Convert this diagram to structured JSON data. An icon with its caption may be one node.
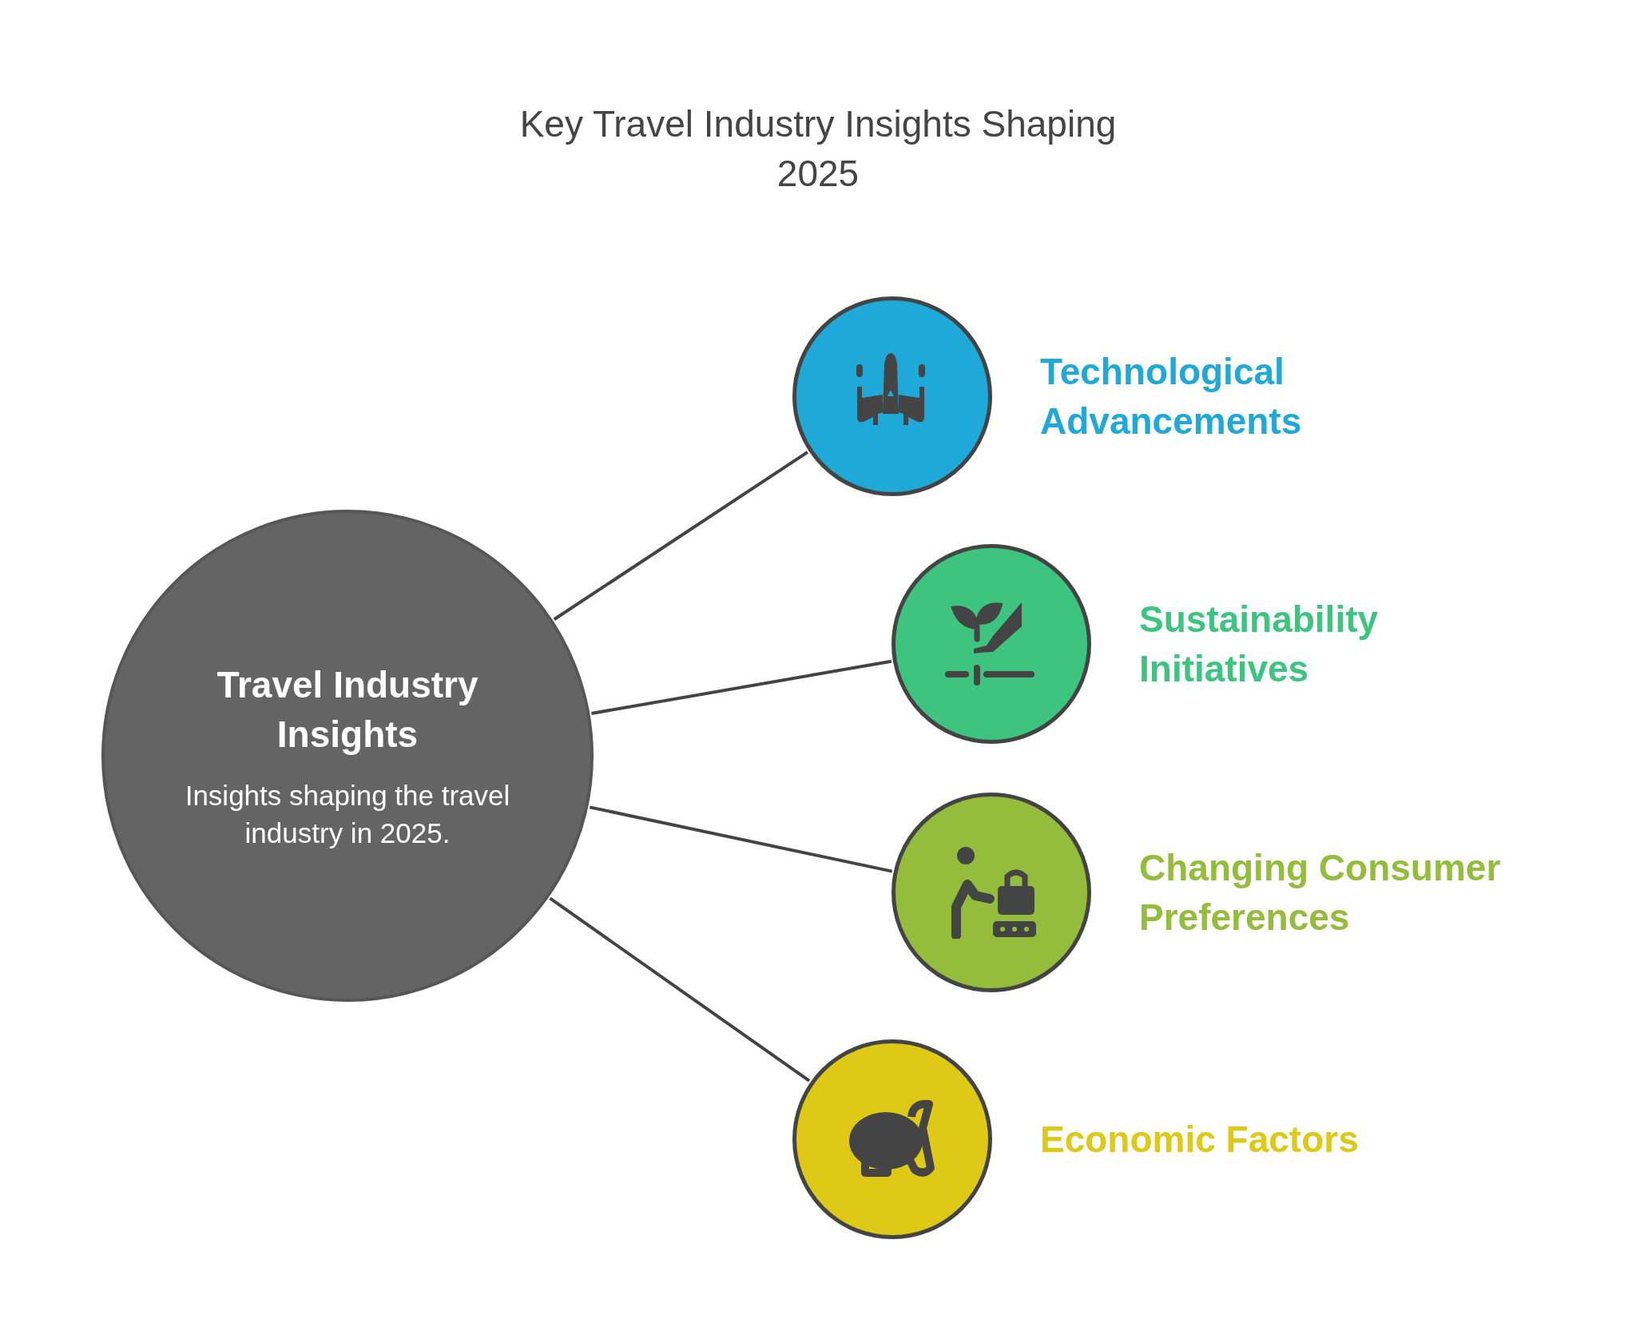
{
  "diagram": {
    "title": "Key Travel Industry Insights Shaping 2025",
    "nodes": [
      {
        "text": [
          "Travel Industry Insights",
          "Insights shaping the travel industry in 2025."
        ]
      },
      {
        "text": [
          "Technological Advancements"
        ]
      },
      {
        "text": [
          "Sustainability Initiatives"
        ]
      },
      {
        "text": [
          "Changing Consumer Preferences"
        ]
      },
      {
        "text": [
          "Economic Factors"
        ]
      }
    ],
    "edges": [
      {
        "from": 0,
        "to": 1,
        "arrow": "none"
      },
      {
        "from": 0,
        "to": 2,
        "arrow": "none"
      },
      {
        "from": 0,
        "to": 3,
        "arrow": "none"
      },
      {
        "from": 0,
        "to": 4,
        "arrow": "none"
      }
    ]
  }
}
